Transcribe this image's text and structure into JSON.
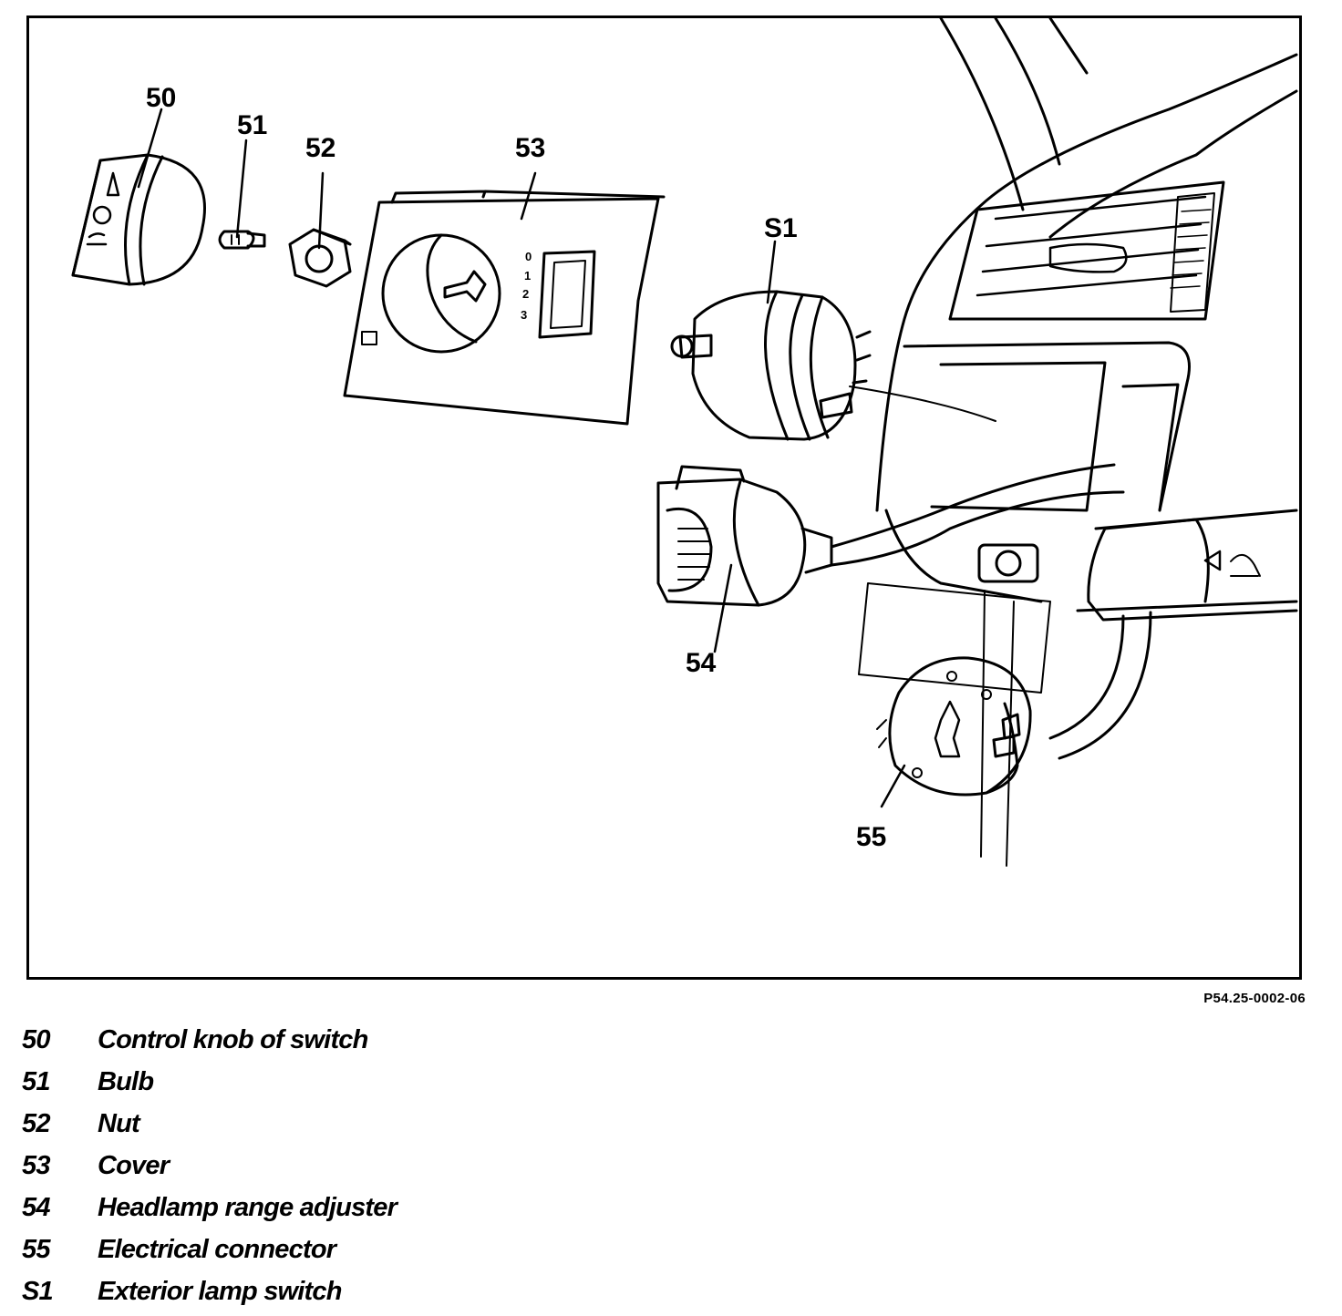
{
  "figure": {
    "code": "P54.25-0002-06",
    "callouts": [
      {
        "id": "c50",
        "label": "50"
      },
      {
        "id": "c51",
        "label": "51"
      },
      {
        "id": "c52",
        "label": "52"
      },
      {
        "id": "c53",
        "label": "53"
      },
      {
        "id": "cS1",
        "label": "S1"
      },
      {
        "id": "c54",
        "label": "54"
      },
      {
        "id": "c55",
        "label": "55"
      }
    ],
    "cover_marks": {
      "pos_0": "0",
      "pos_1": "1",
      "pos_2": "2",
      "pos_3": "3"
    }
  },
  "legend": [
    {
      "num": "50",
      "desc": "Control knob of switch"
    },
    {
      "num": "51",
      "desc": "Bulb"
    },
    {
      "num": "52",
      "desc": "Nut"
    },
    {
      "num": "53",
      "desc": "Cover"
    },
    {
      "num": "54",
      "desc": "Headlamp range adjuster"
    },
    {
      "num": "55",
      "desc": "Electrical connector"
    },
    {
      "num": "S1",
      "desc": "Exterior lamp switch"
    }
  ]
}
